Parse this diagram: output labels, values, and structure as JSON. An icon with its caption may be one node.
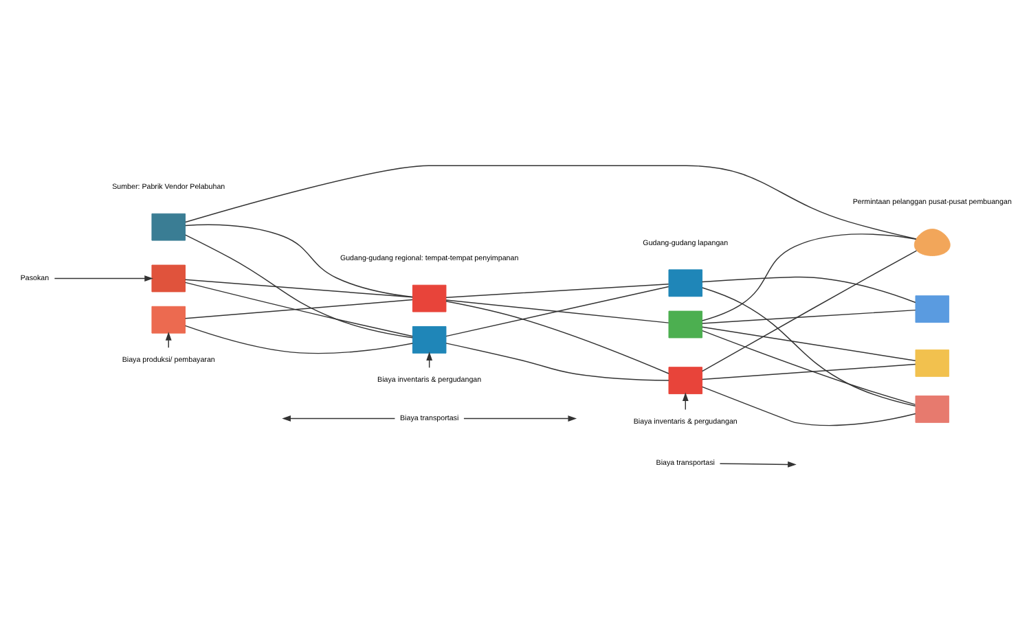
{
  "diagram": {
    "nodes": [
      {
        "text": [],
        "shape": "box"
      },
      {
        "text": [],
        "shape": "box"
      },
      {
        "text": [],
        "shape": "box"
      },
      {
        "text": [],
        "shape": "box"
      },
      {
        "text": [],
        "shape": "box"
      },
      {
        "text": [],
        "shape": "box"
      },
      {
        "text": [],
        "shape": "box"
      },
      {
        "text": [],
        "shape": "box"
      },
      {
        "text": [],
        "shape": "person"
      },
      {
        "text": [],
        "shape": "box"
      },
      {
        "text": [],
        "shape": "box"
      },
      {
        "text": [],
        "shape": "box"
      },
      {
        "text": [
          "Pasokan"
        ]
      },
      {
        "text": [
          "Biaya produksi/ pembayaran"
        ]
      },
      {
        "text": [
          "Biaya inventaris & pergudangan"
        ]
      },
      {
        "text": [
          "Biaya transportasi"
        ]
      },
      {
        "text": [
          "Biaya inventaris & pergudangan"
        ]
      },
      {
        "text": [
          "Biaya transportasi"
        ]
      }
    ],
    "edges": [
      {
        "from": 0,
        "to": 8,
        "arrow": "none"
      },
      {
        "from": 0,
        "to": 3,
        "arrow": "none"
      },
      {
        "from": 0,
        "to": 4,
        "arrow": "none"
      },
      {
        "from": 1,
        "to": 3,
        "arrow": "none"
      },
      {
        "from": 1,
        "to": 4,
        "arrow": "none"
      },
      {
        "from": 2,
        "to": 3,
        "arrow": "none"
      },
      {
        "from": 2,
        "to": 4,
        "arrow": "none"
      },
      {
        "from": 3,
        "to": 5,
        "arrow": "none"
      },
      {
        "from": 3,
        "to": 6,
        "arrow": "none"
      },
      {
        "from": 3,
        "to": 7,
        "arrow": "none"
      },
      {
        "from": 4,
        "to": 5,
        "arrow": "none"
      },
      {
        "from": 4,
        "to": 7,
        "arrow": "none"
      },
      {
        "from": 5,
        "to": 9,
        "arrow": "none"
      },
      {
        "from": 5,
        "to": 11,
        "arrow": "none"
      },
      {
        "from": 6,
        "to": 8,
        "arrow": "none"
      },
      {
        "from": 6,
        "to": 9,
        "arrow": "none"
      },
      {
        "from": 6,
        "to": 10,
        "arrow": "none"
      },
      {
        "from": 6,
        "to": 11,
        "arrow": "none"
      },
      {
        "from": 7,
        "to": 8,
        "arrow": "none"
      },
      {
        "from": 7,
        "to": 10,
        "arrow": "none"
      },
      {
        "from": 7,
        "to": 11,
        "arrow": "none"
      },
      {
        "from": 12,
        "to": 1,
        "arrow": "to"
      },
      {
        "from": 13,
        "to": 2,
        "arrow": "to"
      },
      {
        "from": 14,
        "to": 4,
        "arrow": "to"
      },
      {
        "from": 15,
        "to": null,
        "arrow": "to"
      },
      {
        "from": 15,
        "to": null,
        "arrow": "to"
      },
      {
        "from": 16,
        "to": 7,
        "arrow": "to"
      },
      {
        "from": 17,
        "to": null,
        "arrow": "to"
      }
    ],
    "labels": [
      "Sumber: Pabrik Vendor Pelabuhan",
      "Permintaan pelanggan pusat-pusat pembuangan",
      "Gudang-gudang regional: tempat-tempat penyimpanan",
      "Gudang-gudang lapangan"
    ]
  }
}
